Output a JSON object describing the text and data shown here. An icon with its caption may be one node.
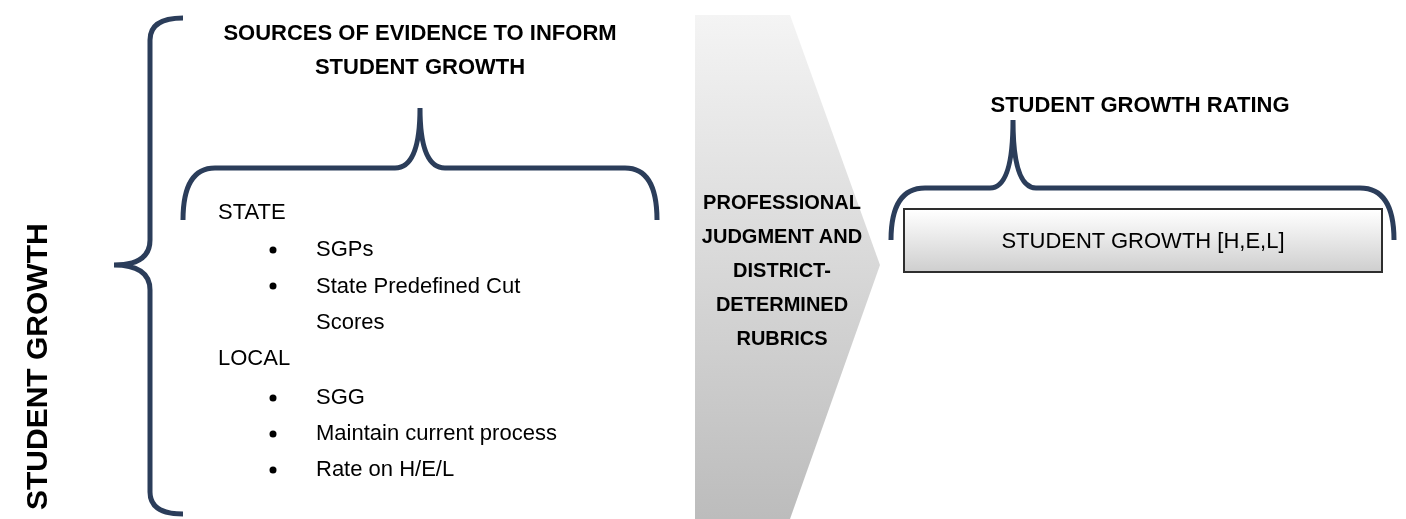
{
  "diagram": {
    "nodes": [
      {
        "text": [
          "PROFESSIONAL JUDGMENT AND DISTRICT-DETERMINED RUBRICS"
        ]
      },
      {
        "text": [
          "STUDENT GROWTH [H,E,L]"
        ]
      }
    ],
    "labels": [
      "STUDENT GROWTH",
      "SOURCES OF EVIDENCE TO INFORM STUDENT GROWTH",
      "STATE",
      "SGPs",
      "State Predefined Cut Scores",
      "LOCAL",
      "SGG",
      "Maintain current process",
      "Rate on H/E/L",
      "STUDENT GROWTH RATING"
    ]
  }
}
